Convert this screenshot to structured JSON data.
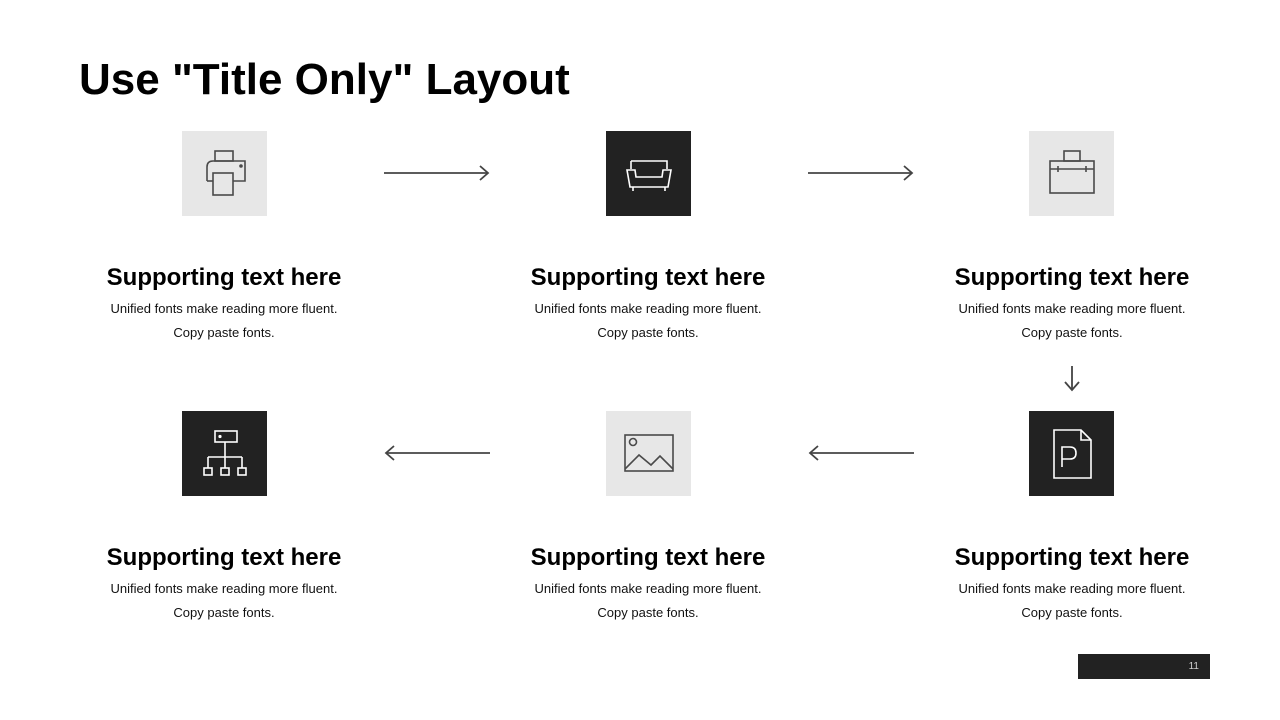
{
  "slide": {
    "title": "Use \"Title Only\" Layout",
    "page_number": "11"
  },
  "steps": [
    {
      "icon": "printer-icon",
      "style": "light",
      "heading": "Supporting text here",
      "line1": "Unified  fonts make reading more fluent.",
      "line2": "Copy paste fonts."
    },
    {
      "icon": "armchair-icon",
      "style": "dark",
      "heading": "Supporting text here",
      "line1": "Unified  fonts make reading more fluent.",
      "line2": "Copy paste fonts."
    },
    {
      "icon": "briefcase-icon",
      "style": "light",
      "heading": "Supporting text here",
      "line1": "Unified  fonts make reading more fluent.",
      "line2": "Copy paste fonts."
    },
    {
      "icon": "org-chart-icon",
      "style": "dark",
      "heading": "Supporting text here",
      "line1": "Unified  fonts make reading more fluent.",
      "line2": "Copy paste fonts."
    },
    {
      "icon": "image-icon",
      "style": "light",
      "heading": "Supporting text here",
      "line1": "Unified  fonts make reading more fluent.",
      "line2": "Copy paste fonts."
    },
    {
      "icon": "document-p-icon",
      "style": "dark",
      "heading": "Supporting text here",
      "line1": "Unified  fonts make reading more fluent.",
      "line2": "Copy paste fonts."
    }
  ],
  "colors": {
    "dark_tile": "#222222",
    "light_tile": "#e7e7e7",
    "arrow": "#444444"
  }
}
